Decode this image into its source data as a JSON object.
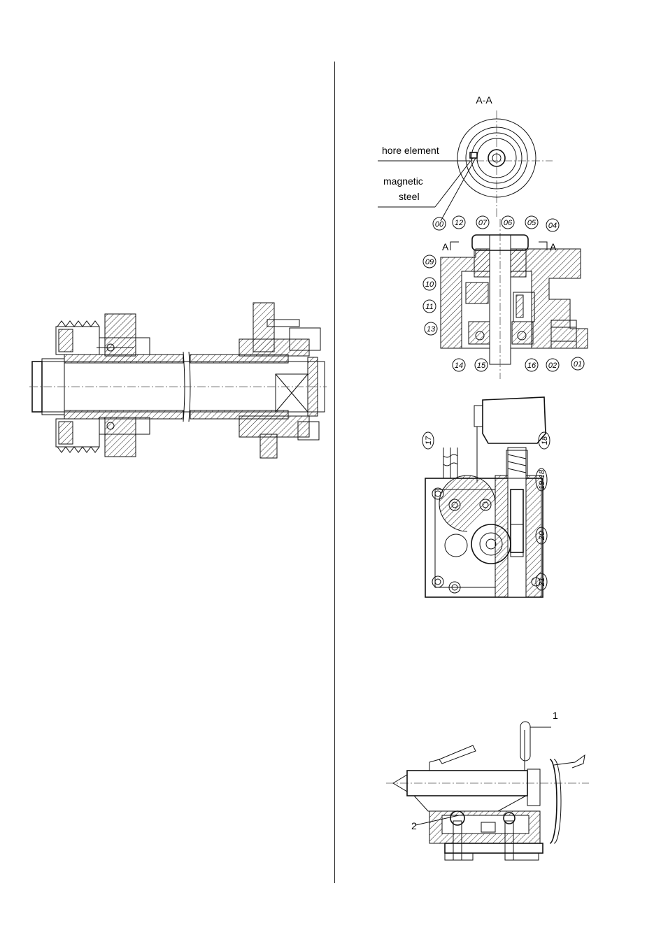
{
  "figures": {
    "spindle": {
      "icon": "spindle-assembly-drawing"
    },
    "section_aa": {
      "title": "A-A",
      "label_hore": "hore element",
      "label_magnetic_1": "magnetic",
      "label_magnetic_2": "steel",
      "section_mark_left": "A",
      "section_mark_right": "A",
      "callouts": [
        "00",
        "12",
        "07",
        "06",
        "05",
        "04",
        "09",
        "10",
        "11",
        "13",
        "14",
        "15",
        "16",
        "02",
        "01"
      ]
    },
    "gearbox": {
      "callouts": [
        "17",
        "18",
        "19-18",
        "20",
        "21"
      ]
    },
    "tailstock": {
      "callouts": [
        "1",
        "2"
      ]
    }
  }
}
